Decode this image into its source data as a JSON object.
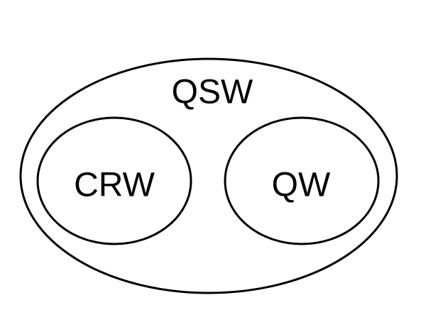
{
  "diagram": {
    "type": "euler-diagram",
    "colors": {
      "stroke": "#000000",
      "text": "#000000",
      "background": "#ffffff"
    },
    "outer_set": {
      "label": "QSW"
    },
    "inner_sets": [
      {
        "label": "CRW"
      },
      {
        "label": "QW"
      }
    ]
  }
}
